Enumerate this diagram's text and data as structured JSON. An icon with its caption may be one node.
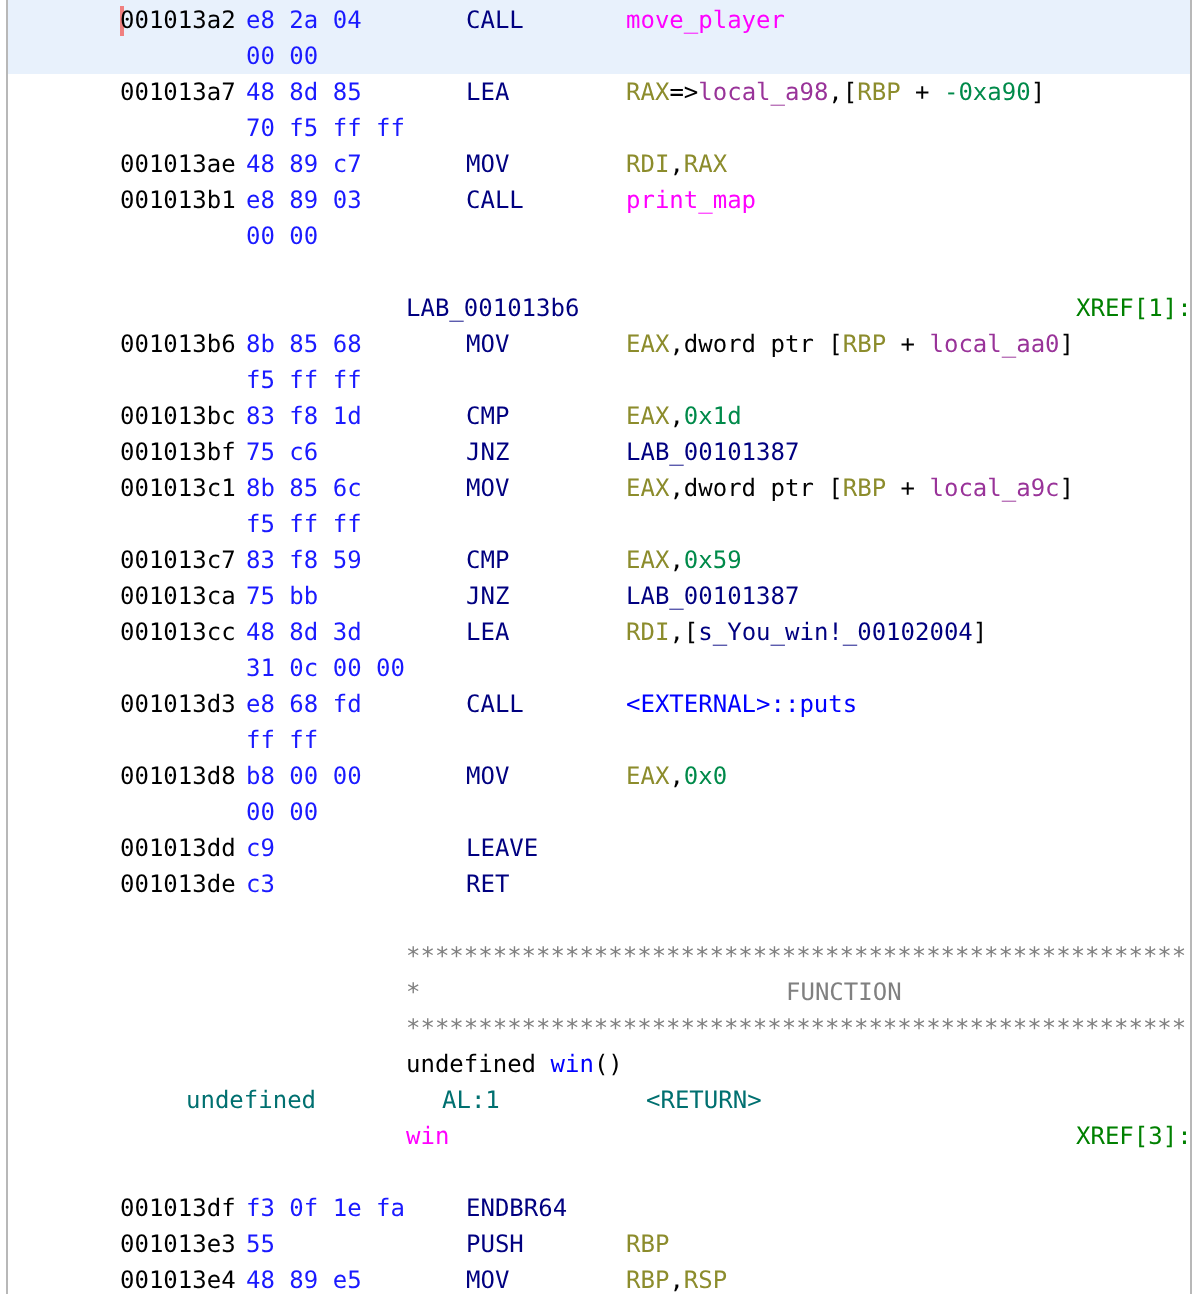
{
  "diagram": {
    "labels": [
      "001013a2",
      "e8 2a 04",
      "CALL",
      "move_player",
      "00 00",
      "001013a7",
      "48 8d 85",
      "LEA",
      "RAX",
      "=>",
      "local_a98",
      ",[",
      "RBP",
      "+",
      "-0xa90",
      "]",
      "70 f5 ff ff",
      "001013ae",
      "48 89 c7",
      "MOV",
      "RDI",
      ",",
      "RAX",
      "001013b1",
      "e8 89 03",
      "CALL",
      "print_map",
      "00 00",
      "LAB_001013b6",
      "XREF[1]:",
      "001013b6",
      "8b 85 68",
      "MOV",
      "EAX",
      ",dword ptr [",
      "RBP",
      "+",
      "local_aa0",
      "]",
      "f5 ff ff",
      "001013bc",
      "83 f8 1d",
      "CMP",
      "EAX",
      ",",
      "0x1d",
      "001013bf",
      "75 c6",
      "JNZ",
      "LAB_00101387",
      "001013c1",
      "8b 85 6c",
      "MOV",
      "EAX",
      ",dword ptr [",
      "RBP",
      "+",
      "local_a9c",
      "]",
      "f5 ff ff",
      "001013c7",
      "83 f8 59",
      "CMP",
      "EAX",
      ",",
      "0x59",
      "001013ca",
      "75 bb",
      "JNZ",
      "LAB_00101387",
      "001013cc",
      "48 8d 3d",
      "LEA",
      "RDI",
      ",[",
      "s_You_win!_00102004",
      "]",
      "31 0c 00 00",
      "001013d3",
      "e8 68 fd",
      "CALL",
      "<EXTERNAL>::puts",
      "ff ff",
      "001013d8",
      "b8 00 00",
      "MOV",
      "EAX",
      ",",
      "0x0",
      "00 00",
      "001013dd",
      "c9",
      "LEAVE",
      "001013de",
      "c3",
      "RET",
      "******************************************************",
      "*",
      "FUNCTION",
      "******************************************************",
      "undefined",
      "win",
      "()",
      "undefined",
      "AL:1",
      "<RETURN>",
      "win",
      "XREF[3]:",
      "001013df",
      "f3 0f 1e fa",
      "ENDBR64",
      "001013e3",
      "55",
      "PUSH",
      "RBP",
      "001013e4",
      "48 89 e5",
      "MOV",
      "RBP",
      ",",
      "RSP"
    ]
  }
}
